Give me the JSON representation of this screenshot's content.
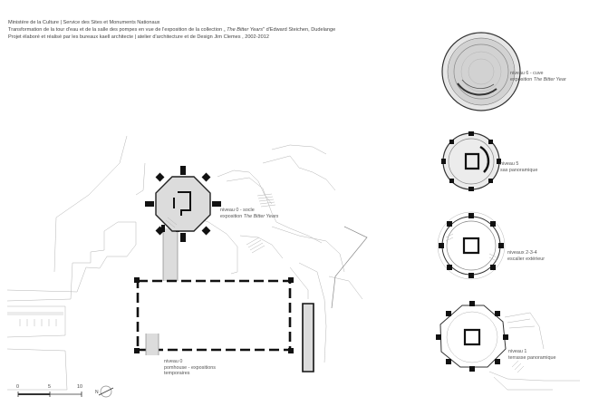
{
  "header": {
    "line1": "Ministère de la Culture | Service des Sites et Monuments Nationaux",
    "line2a": "Transformation de la tour d'eau et de la salle des pompes en vue de l'exposition de la collection „",
    "line2b": "The Bitter Years",
    "line2c": "\" d'Edward Steichen, Dudelange",
    "line3": "Projet élaboré et réalisé par les bureaux  kaell architecte | atelier d'architecture et de Design Jim Clemes , 2002-2012"
  },
  "labels": {
    "niveau0_socle": {
      "line1": "niveau 0 - socle",
      "line2_prefix": "exposition ",
      "line2_italic": "The Bitter Years"
    },
    "niveau0_pomp": {
      "line1": "niveau 0",
      "line2": "pomhouse - expositions",
      "line3": "temporaires"
    },
    "niveau6": {
      "line1": "niveau 6 - cuve",
      "line2_prefix": "exposition ",
      "line2_italic": "The Bitter Year"
    },
    "niveau5": {
      "line1": "niveau 5",
      "line2": "sas panoramique"
    },
    "niveau234": {
      "line1": "niveaux 2-3-4",
      "line2": "escalier extérieur"
    },
    "niveau1": {
      "line1": "niveau 1",
      "line2": "terrasse panoramique"
    }
  },
  "scale": {
    "ticks": [
      "0",
      "5",
      "10"
    ]
  },
  "north": {
    "glyph": "N"
  },
  "colors": {
    "wall": "#111111",
    "hatch": "#dcdcdc",
    "context": "#b4b4b4",
    "text": "#555555"
  }
}
